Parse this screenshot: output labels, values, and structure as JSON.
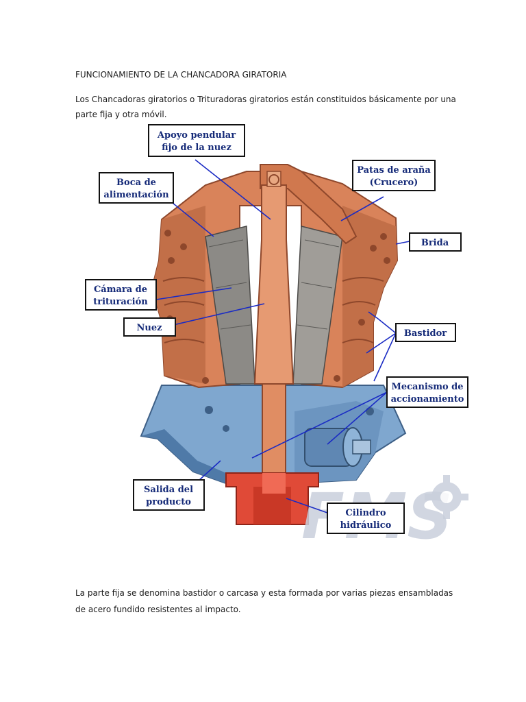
{
  "document": {
    "heading": "FUNCIONAMIENTO DE LA CHANCADORA GIRATORIA",
    "intro_line1": "Los Chancadoras giratorios o Trituradoras giratorios están constituidos básicamente por una",
    "intro_line2": "parte fija y otra móvil.",
    "body_line1": "La parte fija se denomina bastidor o carcasa y esta formada por varias piezas ensambladas",
    "body_line2": "de acero fundido resistentes al impacto."
  },
  "figure": {
    "labels": {
      "apoyo_line1": "Apoyo pendular",
      "apoyo_line2": "fijo de la nuez",
      "patas_line1": "Patas de araña",
      "patas_line2": "(Crucero)",
      "boca_line1": "Boca de",
      "boca_line2": "alimentación",
      "brida": "Brida",
      "camara_line1": "Cámara de",
      "camara_line2": "trituración",
      "nuez": "Nuez",
      "bastidor": "Bastidor",
      "mecanismo_line1": "Mecanismo de",
      "mecanismo_line2": "accionamiento",
      "salida_line1": "Salida del",
      "salida_line2": "producto",
      "cilindro_line1": "Cilindro",
      "cilindro_line2": "hidráulico"
    },
    "watermark": "FMS",
    "colors": {
      "shell": "#d9835a",
      "shell_dark": "#a9573a",
      "liner": "#8c8a86",
      "base": "#7fa7cf",
      "base_dark": "#4f7aa8",
      "cylinder": "#e04a37",
      "leader": "#1a2bc4",
      "label_text": "#152a78"
    }
  }
}
